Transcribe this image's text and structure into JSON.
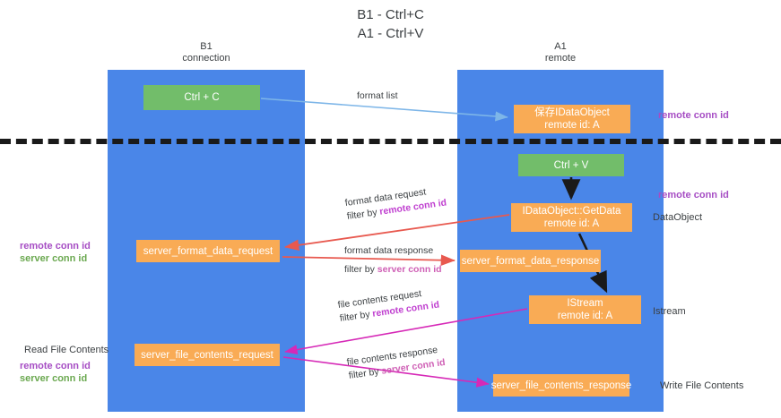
{
  "title": "B1 - Ctrl+C\nA1 - Ctrl+V",
  "columns": {
    "left": {
      "header": "B1\nconnection"
    },
    "right": {
      "header": "A1\nremote"
    }
  },
  "nodes": {
    "ctrl_c": "Ctrl + C",
    "idataobject_save": "保存IDataObject\nremote id: A",
    "ctrl_v": "Ctrl + V",
    "getdata": "IDataObject::GetData\nremote id: A",
    "server_format_data_request": "server_format_data_request",
    "server_format_data_response": "server_format_data_response",
    "istream": "IStream\nremote id: A",
    "server_file_contents_request": "server_file_contents_request",
    "server_file_contents_response": "server_file_contents_response"
  },
  "edges": {
    "format_list": {
      "line1": "format list"
    },
    "format_data_request": {
      "line1": "format data request",
      "line2_prefix": "filter by ",
      "line2_key": "remote conn id"
    },
    "format_data_response": {
      "line1": "format data response",
      "line2_prefix": "filter by ",
      "line2_key": "server conn id"
    },
    "file_contents_request": {
      "line1": "file contents request",
      "line2_prefix": "filter by ",
      "line2_key": "remote conn id"
    },
    "file_contents_response": {
      "line1": "file contents response",
      "line2_prefix": "filter by ",
      "line2_key": "server conn id"
    }
  },
  "annotations": {
    "remote_conn_id_top": "remote conn id",
    "remote_conn_id_mid": "remote conn id",
    "dataobject": "DataObject",
    "istream": "Istream",
    "write_file_contents": "Write File Contents",
    "read_file_contents": "Read File Contents",
    "left_remote_conn_id_1": "remote conn id",
    "left_server_conn_id_1": "server conn id",
    "left_remote_conn_id_2": "remote conn id",
    "left_server_conn_id_2": "server conn id"
  },
  "colors": {
    "lane": "#4a86e8",
    "green_node": "#72bd6a",
    "orange_node": "#f9ab55",
    "purple": "#a64dc4",
    "green_text": "#6aa84f",
    "magenta_arrow": "#d629b7",
    "red_arrow": "#e8594f",
    "blue_arrow": "#7eb6e8",
    "black": "#1a1a1a"
  }
}
